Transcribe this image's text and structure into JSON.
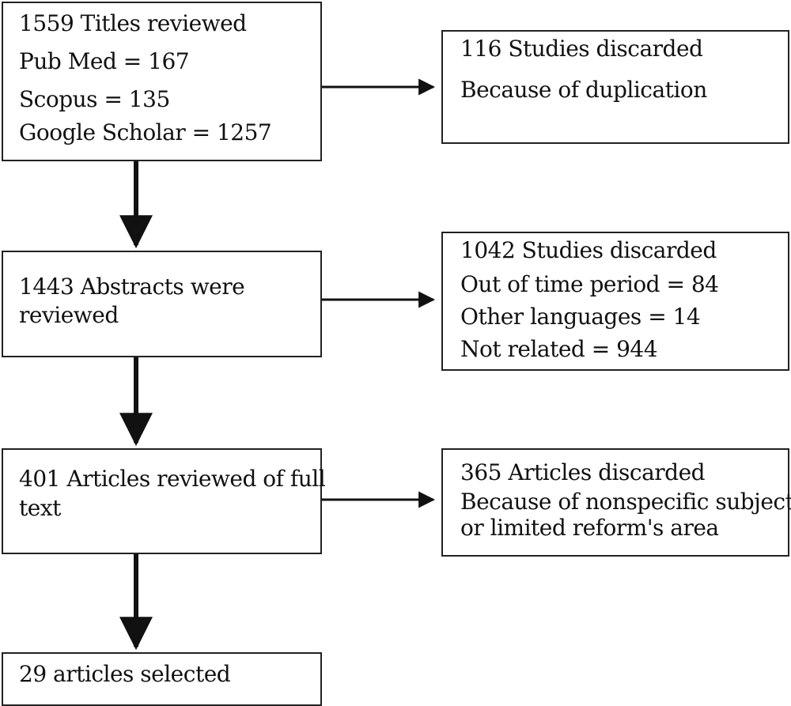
{
  "flow": {
    "titles": {
      "header": "1559 Titles reviewed",
      "lines": [
        "Pub Med = 167",
        "Scopus = 135",
        "Google Scholar = 1257"
      ]
    },
    "abstracts": {
      "lines": [
        "1443 Abstracts were",
        "reviewed"
      ]
    },
    "fulltext": {
      "lines": [
        "401 Articles reviewed of full",
        "text"
      ]
    },
    "selected": {
      "label": "29 articles selected"
    }
  },
  "discards": {
    "duplication": {
      "header": "116 Studies discarded",
      "lines": [
        "Because of duplication"
      ]
    },
    "screening": {
      "header": "1042 Studies discarded",
      "lines": [
        "Out of time period = 84",
        "Other languages = 14",
        "Not related = 944"
      ]
    },
    "eligibility": {
      "header": "365 Articles discarded",
      "lines": [
        "Because of nonspecific subject",
        "or limited reform's area"
      ]
    }
  }
}
